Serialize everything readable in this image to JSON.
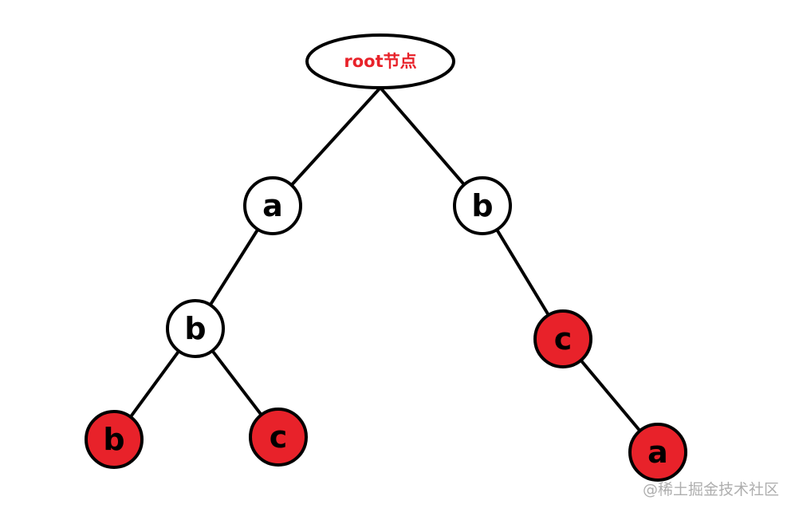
{
  "colors": {
    "highlight_fill": "#e8222a",
    "normal_fill": "#ffffff",
    "root_text": "#e8222a",
    "stroke": "#000000"
  },
  "root": {
    "label": "root节点"
  },
  "nodes": [
    {
      "id": "a1",
      "label": "a",
      "highlighted": false
    },
    {
      "id": "b1",
      "label": "b",
      "highlighted": false
    },
    {
      "id": "b2",
      "label": "b",
      "highlighted": false
    },
    {
      "id": "c1",
      "label": "c",
      "highlighted": true
    },
    {
      "id": "b3",
      "label": "b",
      "highlighted": true
    },
    {
      "id": "c2",
      "label": "c",
      "highlighted": true
    },
    {
      "id": "a2",
      "label": "a",
      "highlighted": true
    }
  ],
  "edges": [
    [
      "root",
      "a1"
    ],
    [
      "root",
      "b1"
    ],
    [
      "a1",
      "b2"
    ],
    [
      "b2",
      "b3"
    ],
    [
      "b2",
      "c2"
    ],
    [
      "b1",
      "c1"
    ],
    [
      "c1",
      "a2"
    ]
  ],
  "watermark": "@稀土掘金技术社区"
}
